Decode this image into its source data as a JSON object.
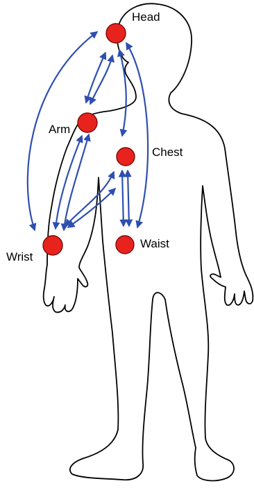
{
  "colors": {
    "background": "#ffffff",
    "outline": "#000000",
    "node_fill": "#e8231e",
    "node_stroke": "#7a0a08",
    "arrow": "#2e4fb0"
  },
  "nodes": {
    "head": {
      "label": "Head"
    },
    "arm": {
      "label": "Arm"
    },
    "chest": {
      "label": "Chest"
    },
    "wrist": {
      "label": "Wrist"
    },
    "waist": {
      "label": "Waist"
    }
  },
  "connections": [
    {
      "from": "Head",
      "to": "Arm",
      "direction": "bidirectional"
    },
    {
      "from": "Head",
      "to": "Chest",
      "direction": "bidirectional"
    },
    {
      "from": "Head",
      "to": "Waist",
      "direction": "bidirectional"
    },
    {
      "from": "Head",
      "to": "Wrist",
      "direction": "bidirectional"
    },
    {
      "from": "Arm",
      "to": "Wrist",
      "direction": "bidirectional"
    },
    {
      "from": "Chest",
      "to": "Wrist",
      "direction": "bidirectional"
    },
    {
      "from": "Chest",
      "to": "Waist",
      "direction": "bidirectional"
    }
  ]
}
